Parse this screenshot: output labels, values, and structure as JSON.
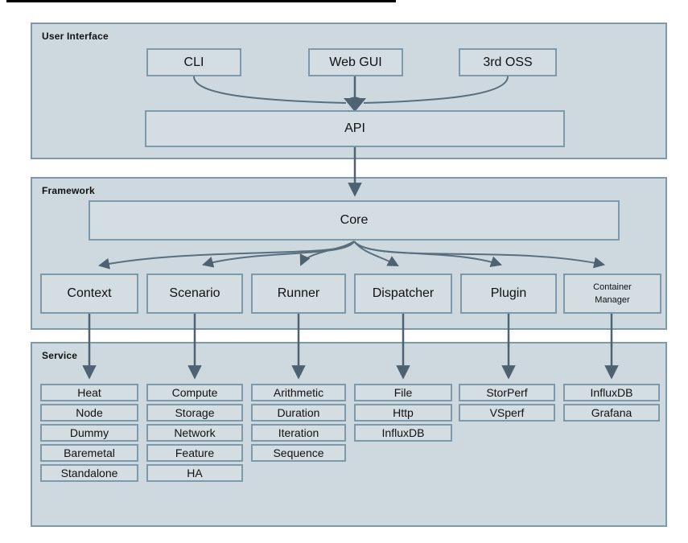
{
  "palette": {
    "panel_fill": "#cdd9df",
    "box_fill": "#d3dde2",
    "border": "#7e99aa",
    "arrow": "#4e6272",
    "text": "#111111"
  },
  "user_interface": {
    "label": "User Interface",
    "clients": [
      {
        "label": "CLI"
      },
      {
        "label": "Web GUI"
      },
      {
        "label": "3rd OSS"
      }
    ],
    "api_label": "API"
  },
  "framework": {
    "label": "Framework",
    "core_label": "Core",
    "components": [
      {
        "label": "Context"
      },
      {
        "label": "Scenario"
      },
      {
        "label": "Runner"
      },
      {
        "label": "Dispatcher"
      },
      {
        "label": "Plugin"
      },
      {
        "label": "Container Manager"
      }
    ]
  },
  "service": {
    "label": "Service",
    "stacks": [
      {
        "owner": "Context",
        "items": [
          "Heat",
          "Node",
          "Dummy",
          "Baremetal",
          "Standalone"
        ]
      },
      {
        "owner": "Scenario",
        "items": [
          "Compute",
          "Storage",
          "Network",
          "Feature",
          "HA"
        ]
      },
      {
        "owner": "Runner",
        "items": [
          "Arithmetic",
          "Duration",
          "Iteration",
          "Sequence"
        ]
      },
      {
        "owner": "Dispatcher",
        "items": [
          "File",
          "Http",
          "InfluxDB"
        ]
      },
      {
        "owner": "Plugin",
        "items": [
          "StorPerf",
          "VSperf"
        ]
      },
      {
        "owner": "Container Manager",
        "items": [
          "InfluxDB",
          "Grafana"
        ]
      }
    ]
  }
}
